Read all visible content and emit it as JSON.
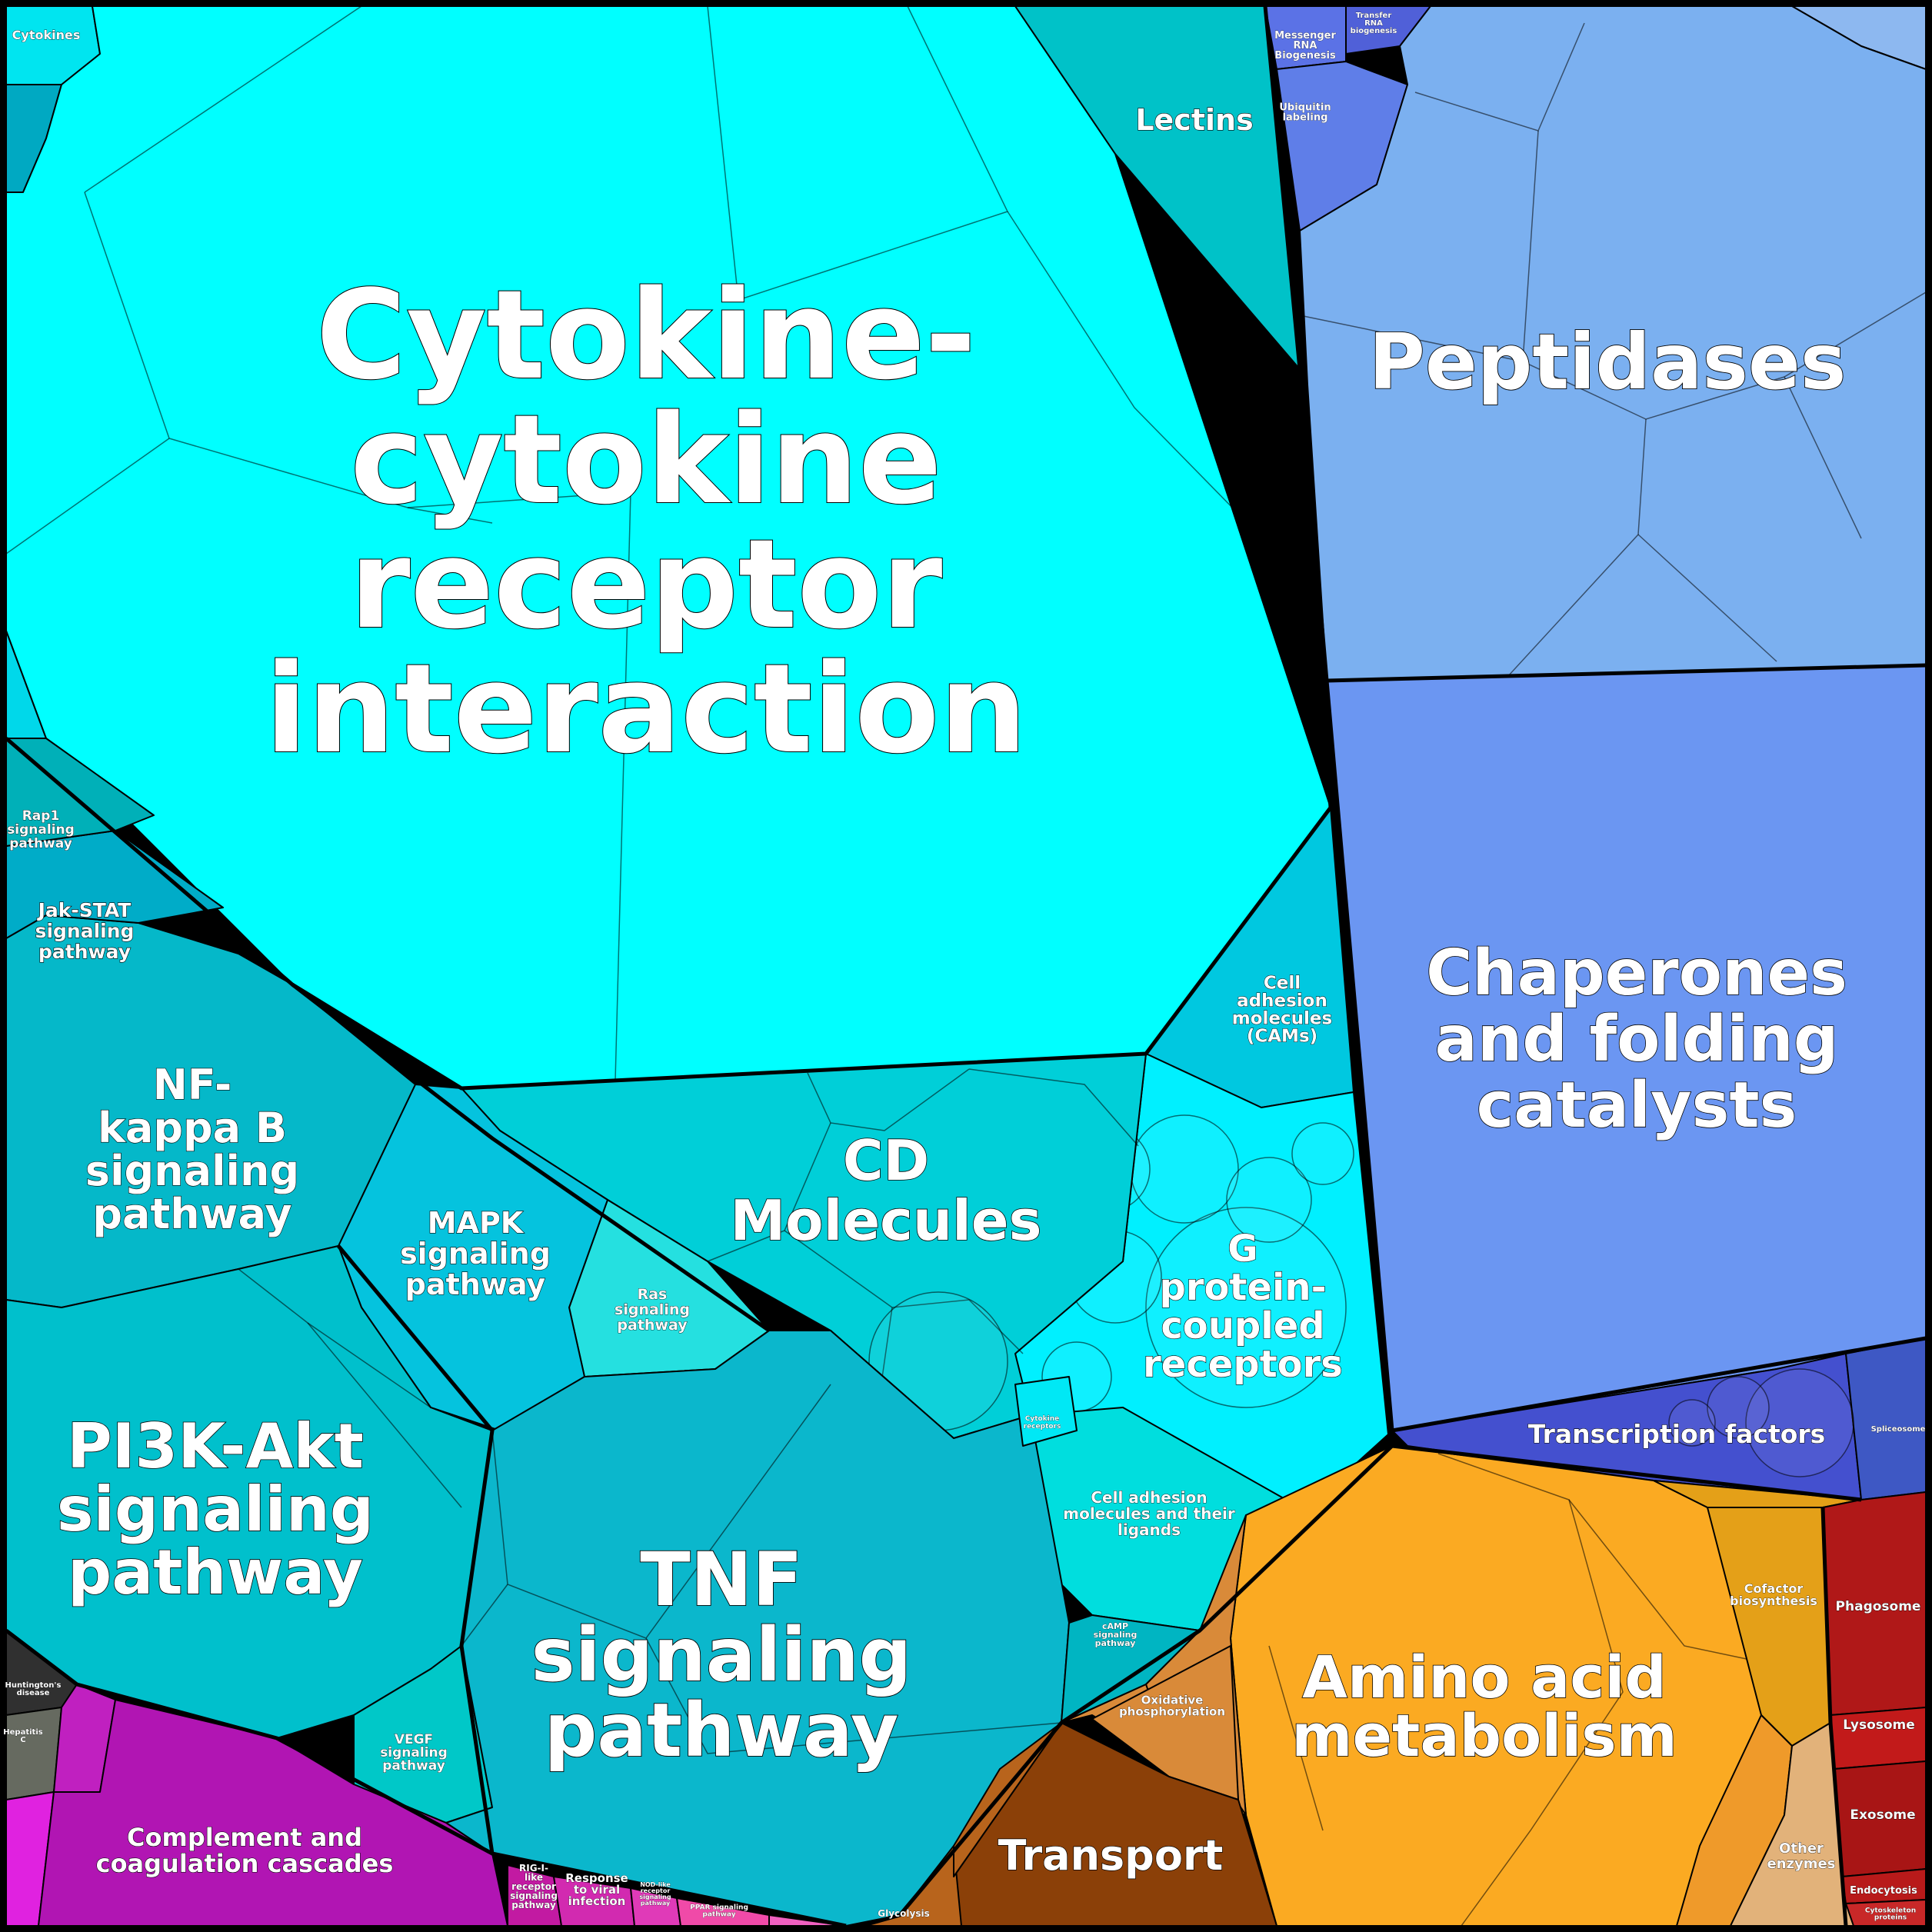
{
  "labels": {
    "cytokine_receptor": "Cytokine-\ncytokine\nreceptor\ninteraction",
    "peptidases": "Peptidases",
    "chaperones": "Chaperones\nand folding\ncatalysts",
    "lectins": "Lectins",
    "cd_molecules": "CD\nMolecules",
    "tnf": "TNF\nsignaling\npathway",
    "pi3k": "PI3K-Akt\nsignaling\npathway",
    "nfkb": "NF-\nkappa B\nsignaling\npathway",
    "mapk": "MAPK\nsignaling\npathway",
    "jakstat": "Jak-STAT\nsignaling\npathway",
    "rap1": "Rap1\nsignaling\npathway",
    "ras": "Ras\nsignaling\npathway",
    "gpcr": "G\nprotein-\ncoupled\nreceptors",
    "cams": "Cell\nadhesion\nmolecules\n(CAMs)",
    "cam_ligands": "Cell adhesion\nmolecules and their\nligands",
    "cytokine_receptors": "Cytokine\nreceptors",
    "cytokines": "Cytokines",
    "complement": "Complement and\ncoagulation cascades",
    "vegf": "VEGF\nsignaling\npathway",
    "camp": "cAMP\nsignaling\npathway",
    "transcription_factors": "Transcription factors",
    "amino_acid": "Amino acid\nmetabolism",
    "transport": "Transport",
    "oxphos": "Oxidative\nphosphorylation",
    "cofactor": "Cofactor\nbiosynthesis",
    "other_enzymes": "Other\nenzymes",
    "glycolysis": "Glycolysis",
    "phagosome": "Phagosome",
    "lysosome": "Lysosome",
    "exosome": "Exosome",
    "endocytosis": "Endocytosis",
    "cytoskeleton": "Cytoskeleton\nproteins",
    "messenger_rna": "Messenger\nRNA\nBiogenesis",
    "transfer_rna": "Transfer\nRNA\nbiogenesis",
    "ubiquitin": "Ubiquitin\nlabeling",
    "spliceosome": "Spliceosome",
    "rig1": "RIG-I-\nlike\nreceptor\nsignaling\npathway",
    "viral": "Response\nto viral\ninfection",
    "nod": "NOD-like\nreceptor\nsignaling\npathway",
    "ppar": "PPAR signaling\npathway",
    "huntington": "Huntington's\ndisease",
    "hepatitis": "Hepatitis\nC"
  },
  "colors": {
    "cyan_main": "#00ffff",
    "teal_lectins": "#00c2c8",
    "teal_cd": "#00cfd8",
    "teal_tnf": "#0bb7cc",
    "teal_pi3k": "#00c0cc",
    "teal_nfkb": "#05b8c9",
    "mapk": "#05c3de",
    "gpcr": "#00f0ff",
    "peptidases": "#7bb0f0",
    "chaperones": "#6b96f2",
    "transcription": "#4450cf",
    "amino_acid": "#fbaa22",
    "transport": "#8b4008",
    "oxphos": "#d98a39",
    "cofactor": "#e4a018",
    "other_enzymes": "#e2b27a",
    "red_group": "#b01818",
    "complement": "#b115b3",
    "pink_group": "#e02aa8",
    "blue_corner": "#5573e0"
  }
}
